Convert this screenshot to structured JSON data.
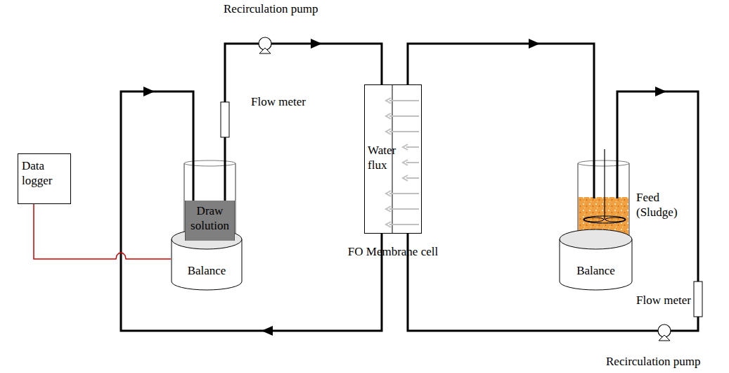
{
  "diagram": {
    "nodes": [
      {
        "text": [
          "Data logger"
        ]
      },
      {
        "text": [
          "Draw solution"
        ]
      },
      {
        "text": [
          "Balance"
        ]
      },
      {
        "text": [
          "Water flux",
          "FO Membrane cell"
        ]
      },
      {
        "text": [
          "Balance"
        ]
      }
    ],
    "edges": [
      {
        "from": 1,
        "to": 3,
        "arrow": "to"
      },
      {
        "from": 3,
        "to": 1,
        "arrow": "to"
      },
      {
        "from": 0,
        "to": 2,
        "arrow": "none"
      }
    ],
    "labels": [
      "Recirculation pump",
      "Flow meter",
      "Feed (Sludge)",
      "Flow meter",
      "Recirculation pump"
    ]
  }
}
